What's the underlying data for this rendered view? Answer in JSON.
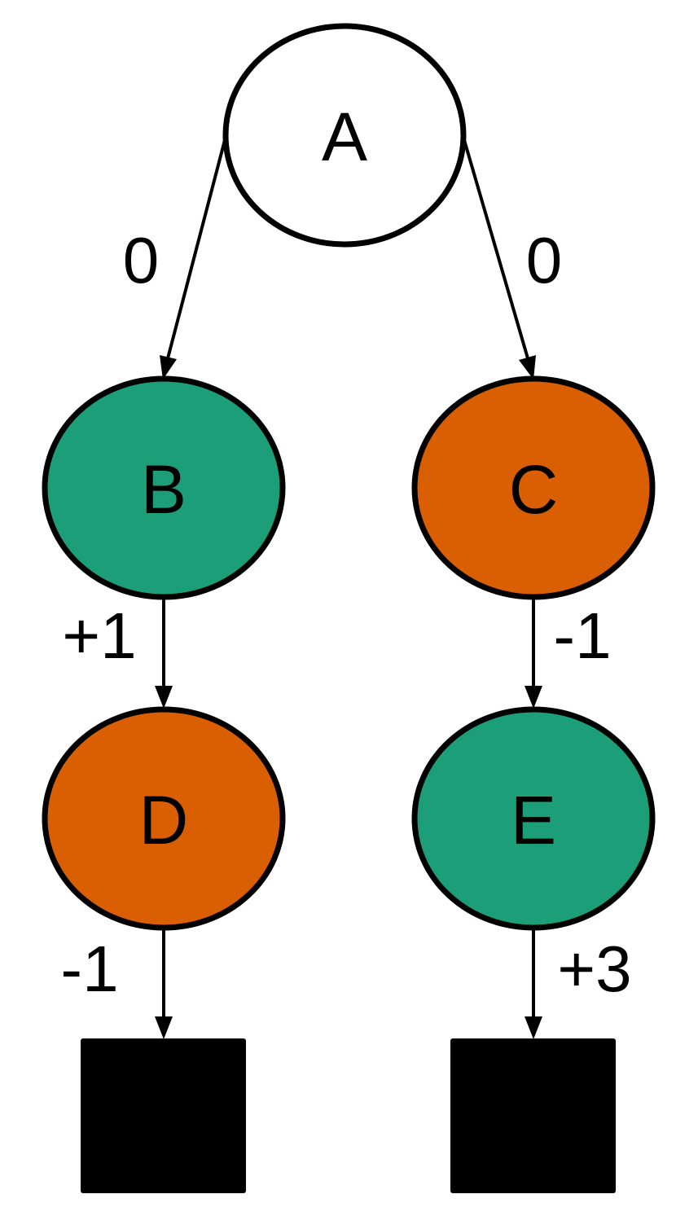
{
  "colors": {
    "white": "#ffffff",
    "green": "#1c9e78",
    "orange": "#d95f02",
    "black": "#000000"
  },
  "nodes": {
    "a": {
      "label": "A",
      "fill": "#ffffff"
    },
    "b": {
      "label": "B",
      "fill": "#1c9e78"
    },
    "c": {
      "label": "C",
      "fill": "#d95f02"
    },
    "d": {
      "label": "D",
      "fill": "#d95f02"
    },
    "e": {
      "label": "E",
      "fill": "#1c9e78"
    }
  },
  "edges": {
    "a_b": {
      "label": "0"
    },
    "a_c": {
      "label": "0"
    },
    "b_d": {
      "label": "+1"
    },
    "c_e": {
      "label": "-1"
    },
    "d_term": {
      "label": "-1"
    },
    "e_term": {
      "label": "+3"
    }
  }
}
